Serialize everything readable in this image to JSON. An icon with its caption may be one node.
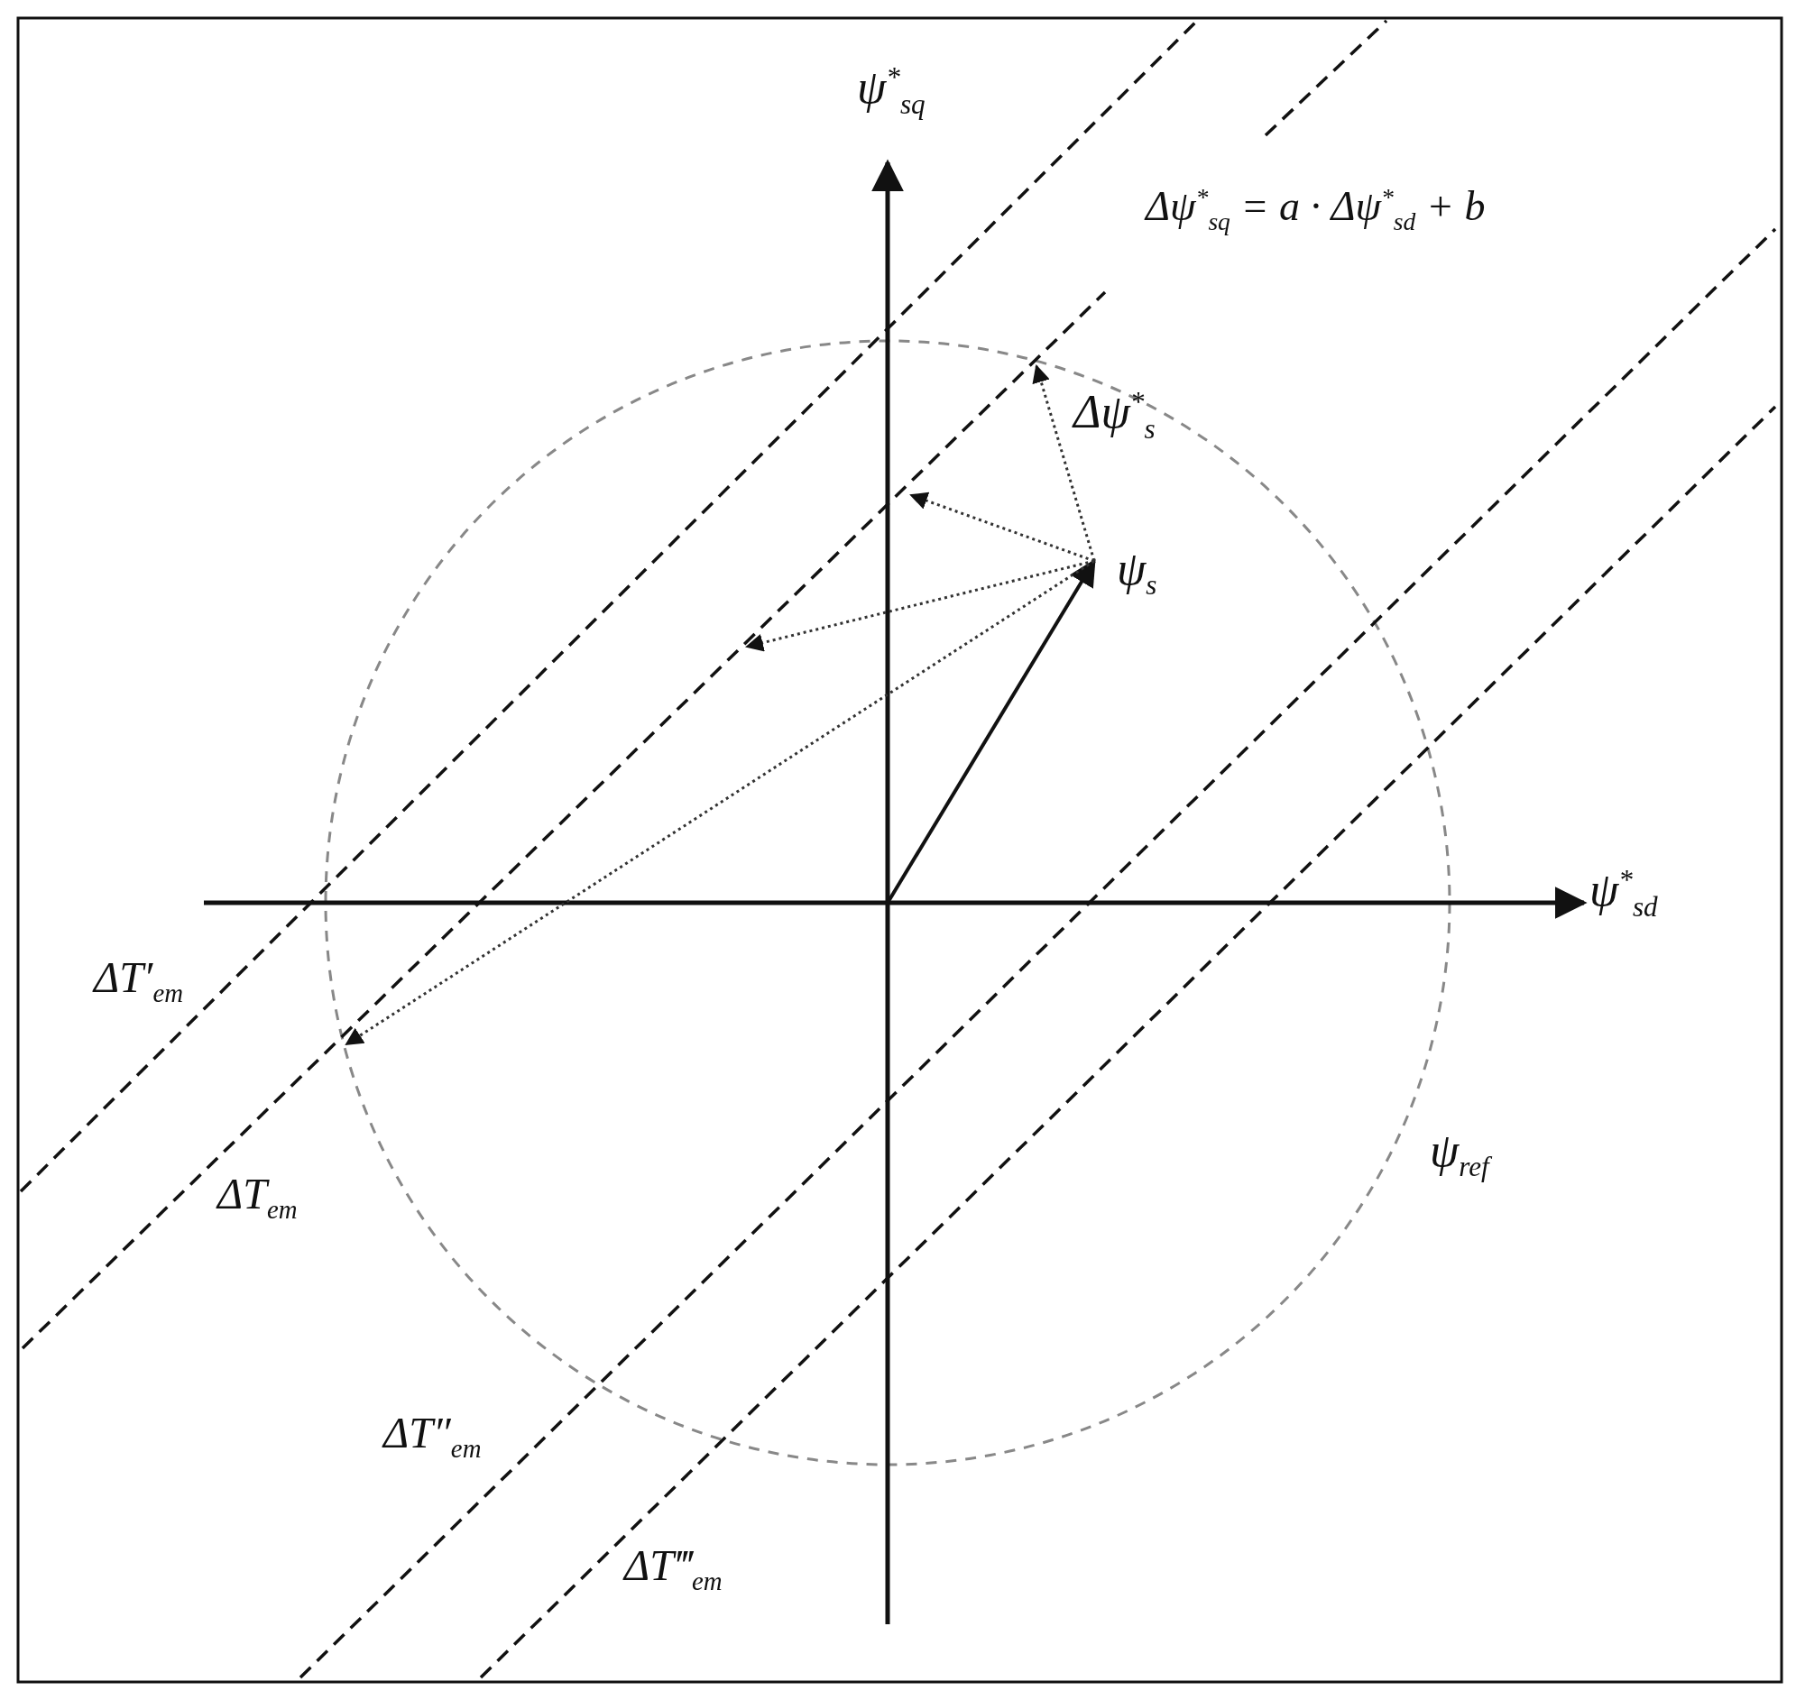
{
  "diagram": {
    "labels": [
      "ψ$^{*}$$_{sq}$",
      "Δψ$^{*}$$_{sq}$ = a · Δψ$^{*}$$_{sd}$ + b",
      "Δψ$^{*}$$_{s}$",
      "ψ$_{s}$",
      "ψ$^{*}$$_{sd}$",
      "ΔT′$_{em}$",
      "ΔT$_{em}$",
      "ψ$_{ref}$",
      "ΔT″$_{em}$",
      "ΔT‴$_{em}$"
    ]
  }
}
